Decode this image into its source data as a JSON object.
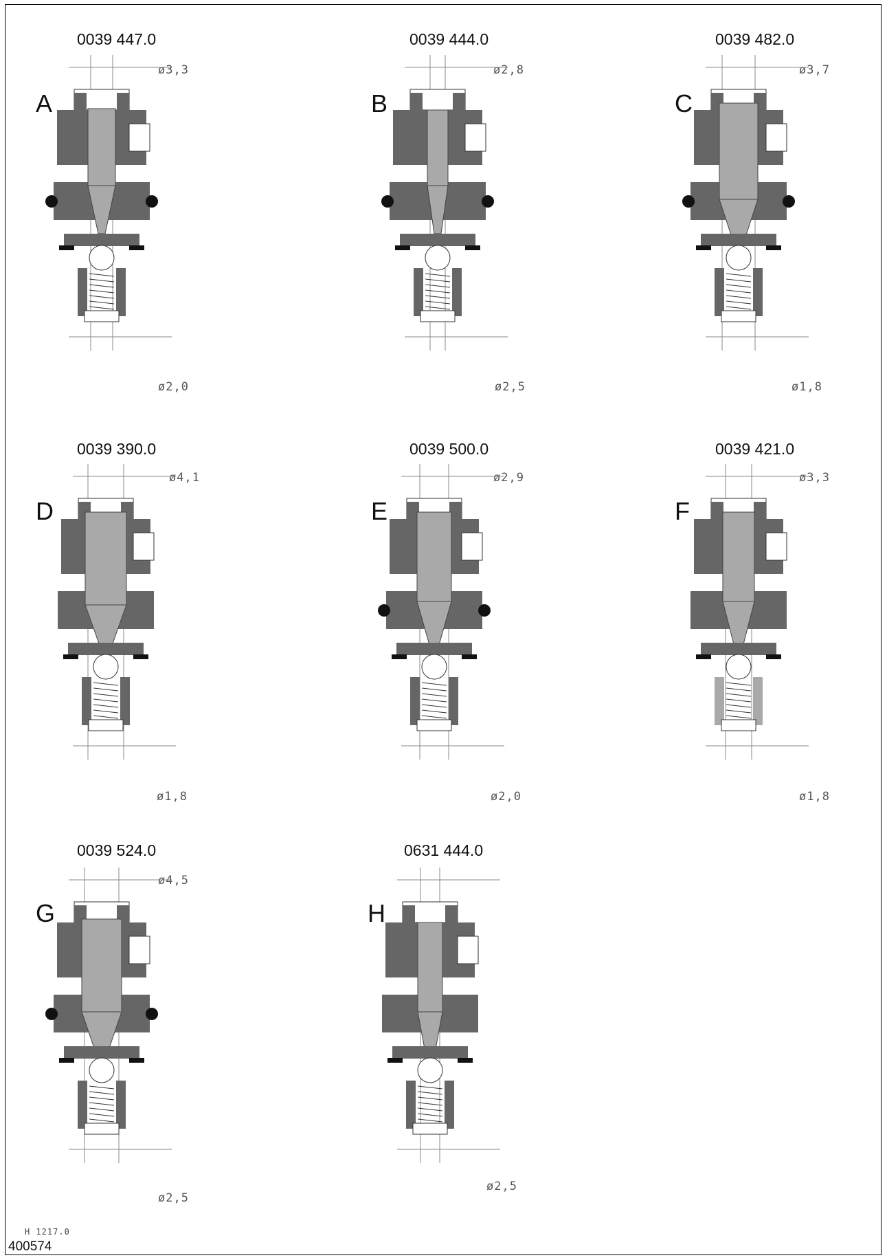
{
  "colors": {
    "body": "#666666",
    "stem": "#a9a9a9",
    "seal": "#111111",
    "line": "#888888"
  },
  "variants": [
    {
      "letter": "A",
      "part": "0039 447.0",
      "dim_top": "ø3,3",
      "dim_bottom": "ø2,0"
    },
    {
      "letter": "B",
      "part": "0039 444.0",
      "dim_top": "ø2,8",
      "dim_bottom": "ø2,5"
    },
    {
      "letter": "C",
      "part": "0039 482.0",
      "dim_top": "ø3,7",
      "dim_bottom": "ø1,8"
    },
    {
      "letter": "D",
      "part": "0039 390.0",
      "dim_top": "ø4,1",
      "dim_bottom": "ø1,8"
    },
    {
      "letter": "E",
      "part": "0039 500.0",
      "dim_top": "ø2,9",
      "dim_bottom": "ø2,0"
    },
    {
      "letter": "F",
      "part": "0039 421.0",
      "dim_top": "ø3,3",
      "dim_bottom": "ø1,8"
    },
    {
      "letter": "G",
      "part": "0039 524.0",
      "dim_top": "ø4,5",
      "dim_bottom": "ø2,5"
    },
    {
      "letter": "H",
      "part": "0631 444.0",
      "dim_top": "",
      "dim_bottom": "ø2,5"
    }
  ],
  "footer": {
    "drawing_ref": "H 1217.0",
    "doc_number": "400574"
  }
}
